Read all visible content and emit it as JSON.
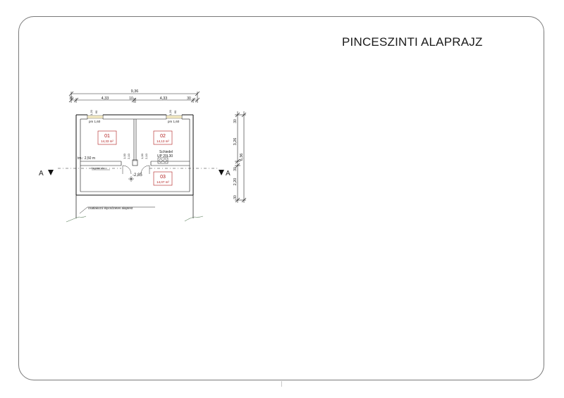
{
  "sheet": {
    "title": "PINCESZINTI ALAPRAJZ"
  },
  "dimensions": {
    "top_total": "9,36",
    "top_wall_left": "30",
    "top_room_left": "4,33",
    "top_wall_mid": "10",
    "top_room_right": "4,33",
    "top_wall_right": "30",
    "right_total": "6,36",
    "right_wall_top": "30",
    "right_room_top": "3,26",
    "right_wall_mid": "30",
    "right_room_bottom": "2,20",
    "right_wall_bottom": "30"
  },
  "windows": [
    {
      "sill": "pm 1,60",
      "width": "1,20",
      "height": "60"
    },
    {
      "sill": "pm 1,60",
      "width": "1,20",
      "height": "60"
    }
  ],
  "rooms": [
    {
      "number": "01",
      "area": "14,33 m²"
    },
    {
      "number": "02",
      "area": "14,13 m²"
    },
    {
      "number": "03",
      "area": "14,07 m²"
    }
  ],
  "doors": [
    {
      "width": "1,00",
      "height": "2,10"
    },
    {
      "width": "1,00",
      "height": "2,10"
    }
  ],
  "labels": {
    "beam_height": "tm.: 2,50 m",
    "beam_note": "fagerenda",
    "chimney_name": "Schiedel",
    "chimney_type": "UP 20L30",
    "level": "-2,85",
    "foundation": "csatlakozó lépcsőzetes alaptest",
    "section_left": "A",
    "section_right": "A"
  }
}
